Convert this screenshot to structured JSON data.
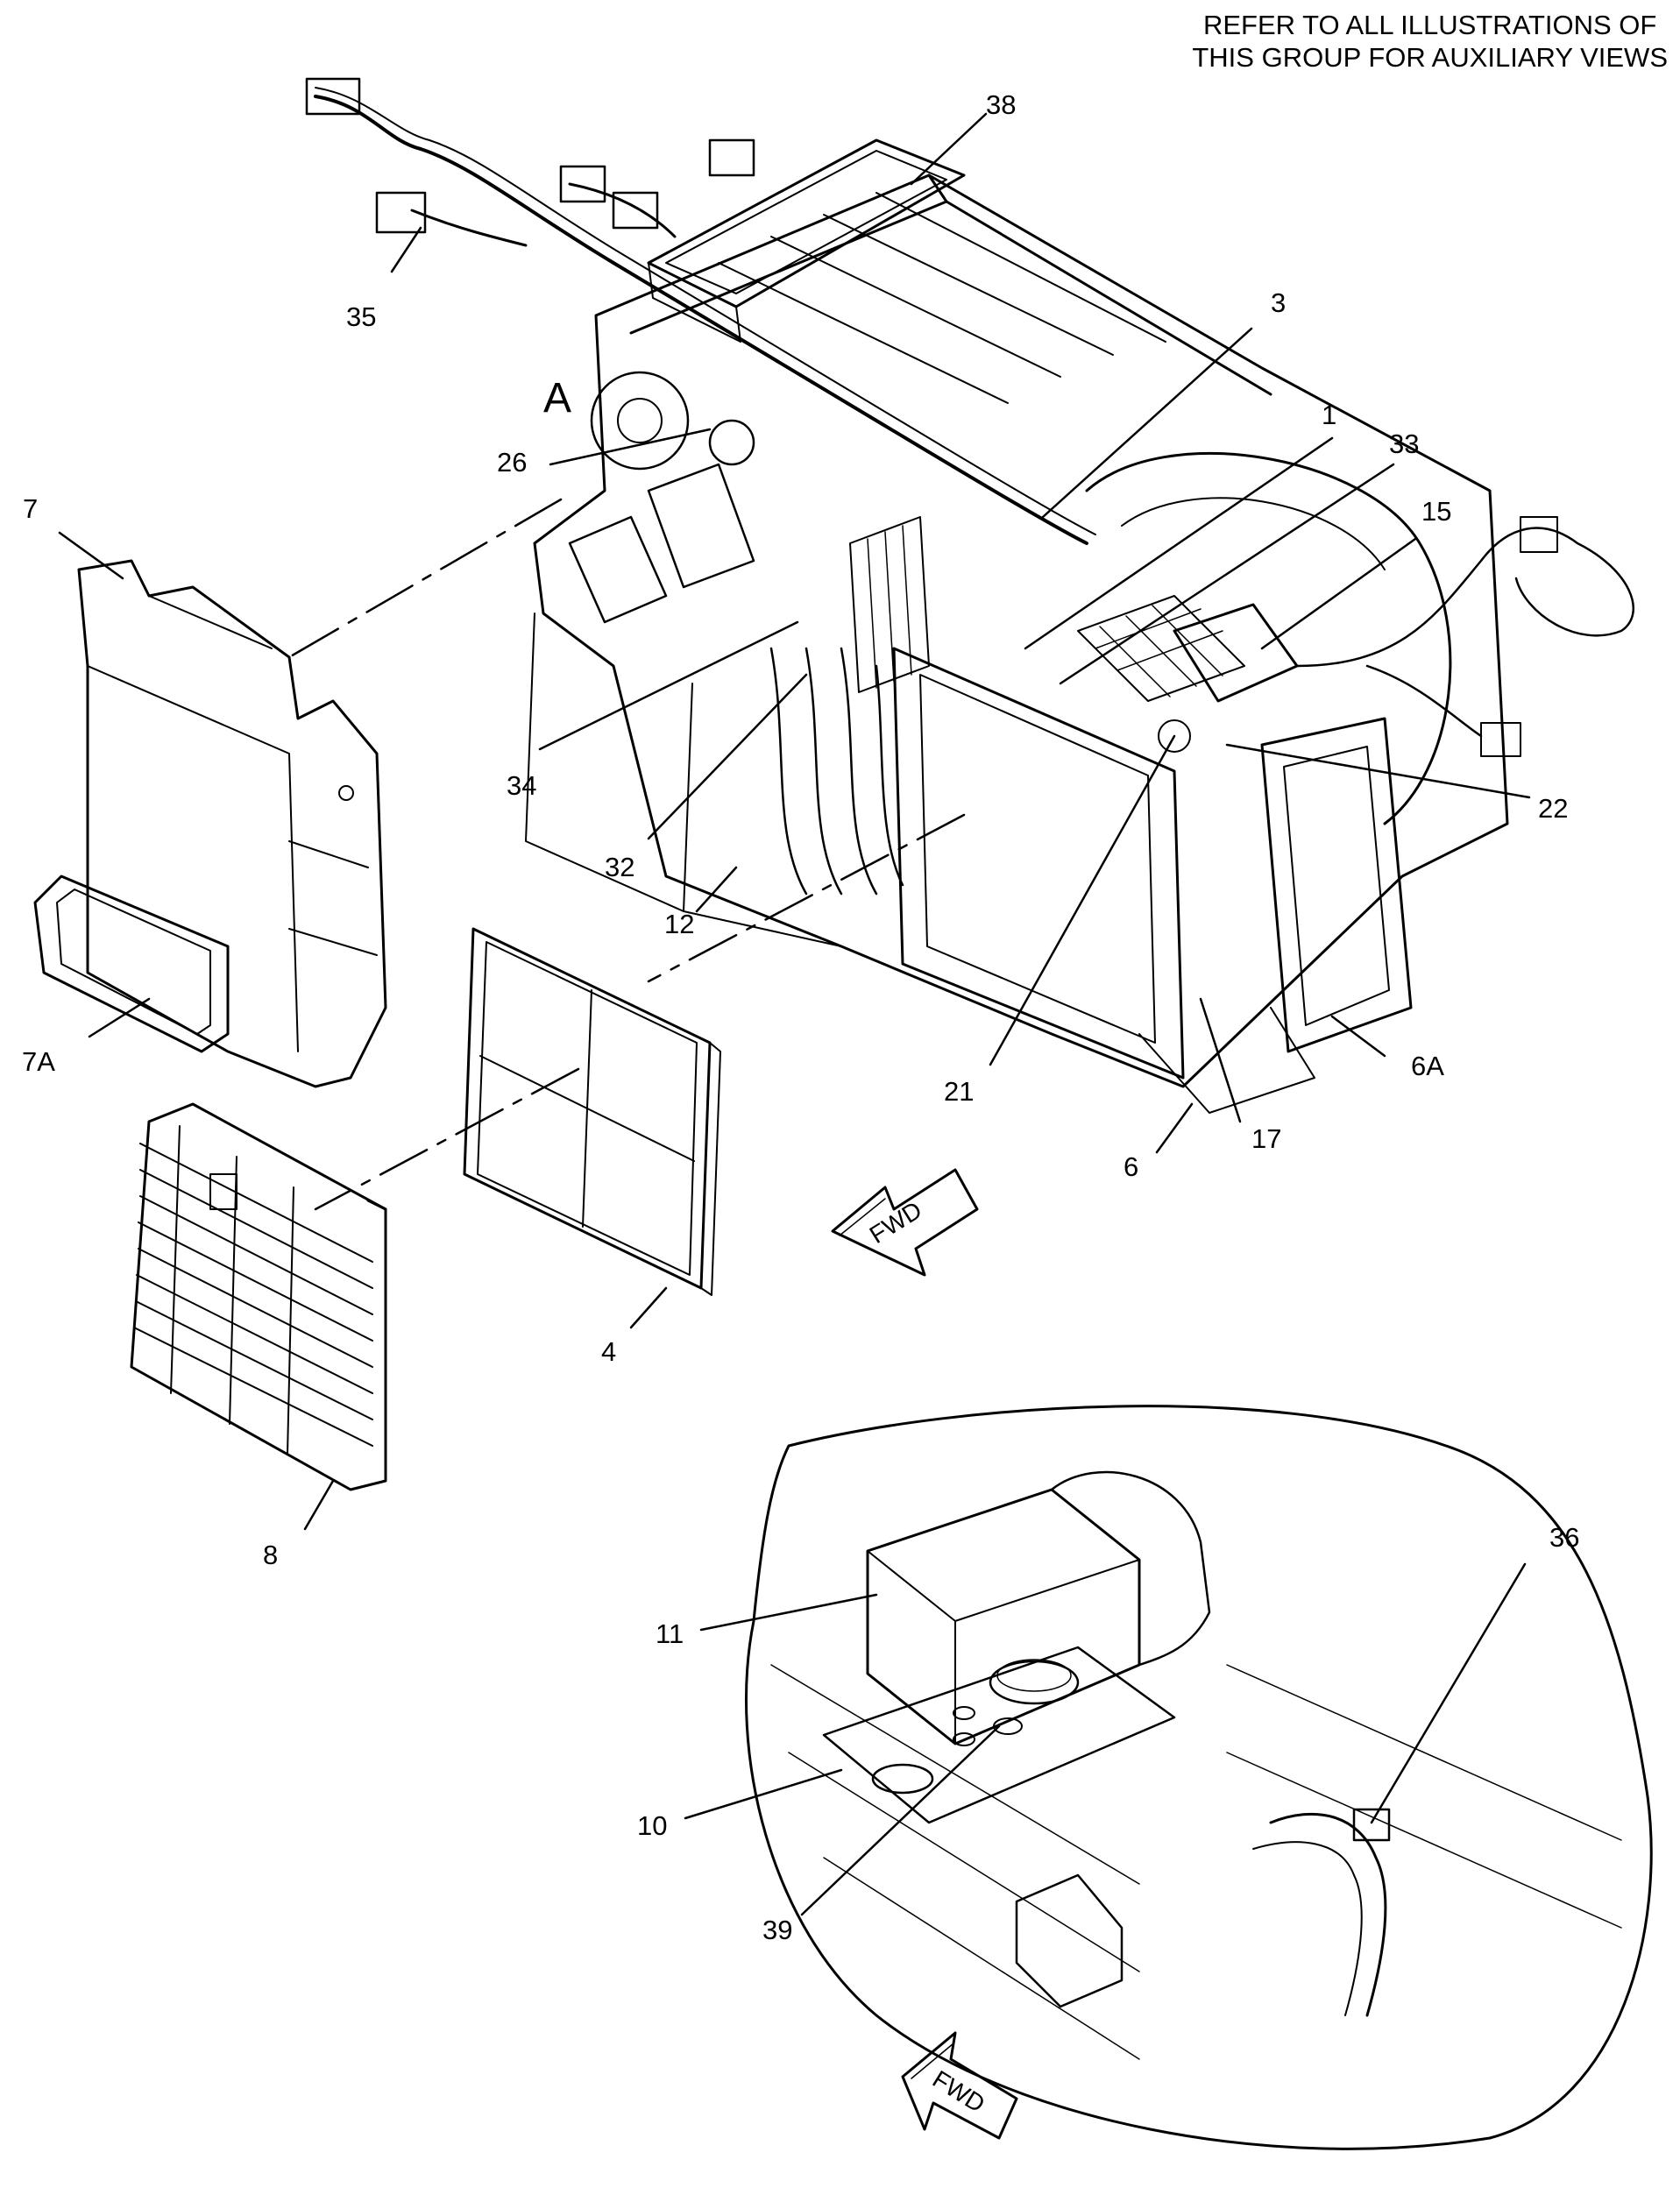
{
  "header": {
    "note_line1": "REFER TO ALL ILLUSTRATIONS OF",
    "note_line2": "THIS GROUP FOR AUXILIARY VIEWS"
  },
  "view_label": "A",
  "fwd_label": "FWD",
  "callouts_main": [
    "38",
    "35",
    "3",
    "1",
    "33",
    "15",
    "26",
    "7",
    "34",
    "22",
    "32",
    "12",
    "7A",
    "21",
    "6A",
    "17",
    "6",
    "8",
    "4"
  ],
  "callouts_detail": [
    "36",
    "11",
    "10",
    "39"
  ],
  "colors": {
    "line": "#000000",
    "background": "#ffffff"
  }
}
